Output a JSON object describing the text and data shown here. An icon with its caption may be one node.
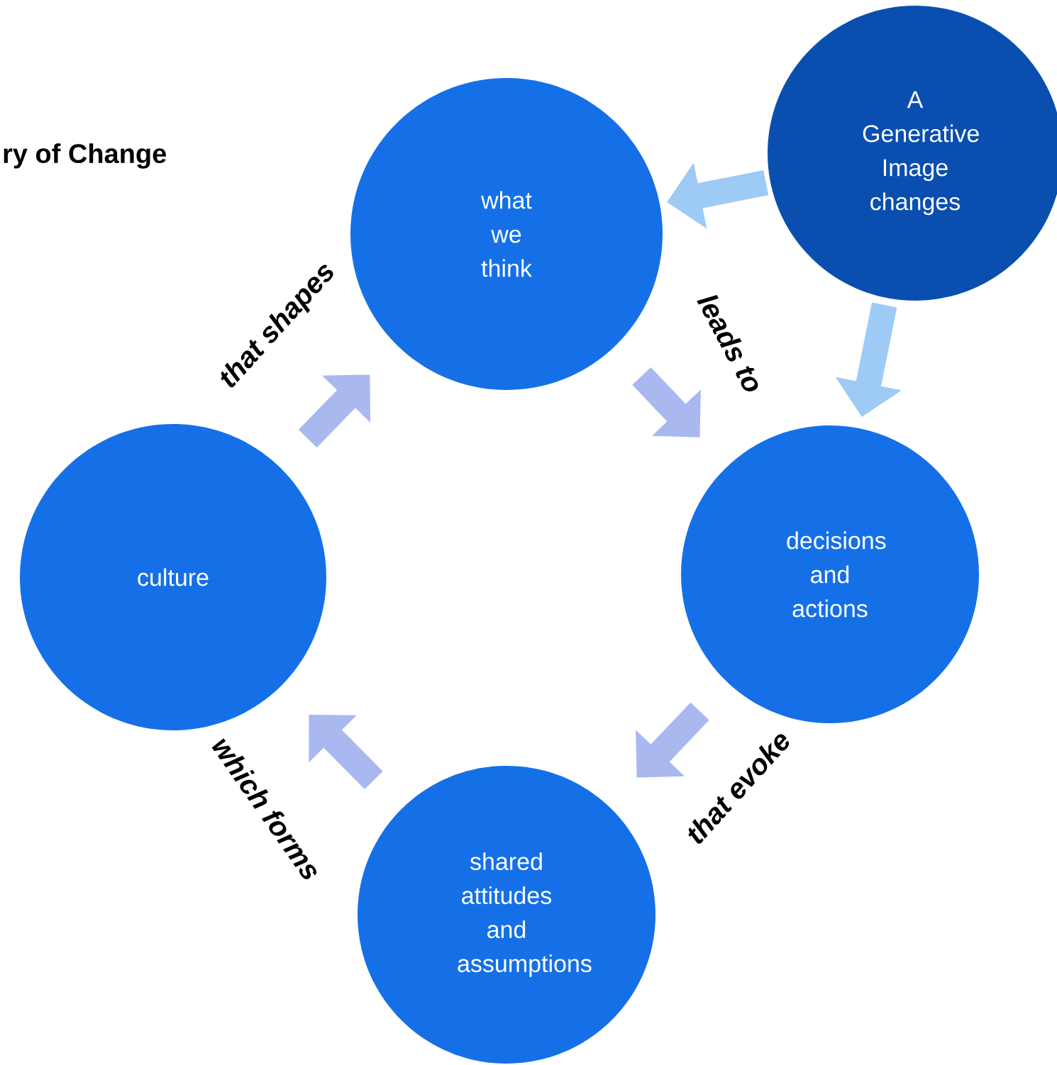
{
  "diagram": {
    "title": "ry of Change",
    "nodes": [
      {
        "text": [
          "A Generative Image changes"
        ]
      },
      {
        "text": [
          "what we think"
        ]
      },
      {
        "text": [
          "culture"
        ]
      },
      {
        "text": [
          "decisions and actions"
        ]
      },
      {
        "text": [
          "shared attitudes and assumptions"
        ]
      }
    ],
    "edges": [
      {
        "from": 0,
        "to": 1,
        "arrow": "to",
        "color": "#9ecbf5"
      },
      {
        "from": 0,
        "to": 3,
        "arrow": "to",
        "color": "#9ecbf5"
      },
      {
        "from": 1,
        "to": 3,
        "arrow": "to",
        "label": "leads to"
      },
      {
        "from": 3,
        "to": 4,
        "arrow": "to",
        "label": "that evoke"
      },
      {
        "from": 4,
        "to": 2,
        "arrow": "to",
        "label": "which forms"
      },
      {
        "from": 2,
        "to": 1,
        "arrow": "to",
        "label": "that shapes"
      }
    ]
  }
}
